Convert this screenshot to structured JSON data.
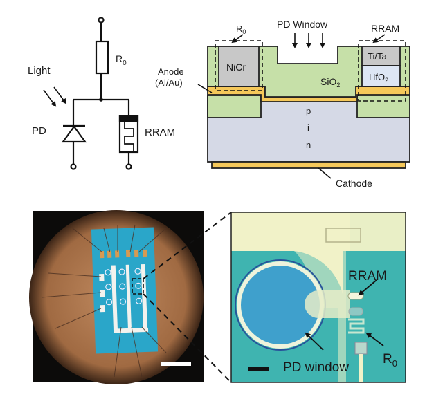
{
  "circuit": {
    "resistor_label": "R",
    "resistor_sub": "0",
    "light_label": "Light",
    "pd_label": "PD",
    "rram_label": "RRAM"
  },
  "cross_section": {
    "anode_label_line1": "Anode",
    "anode_label_line2": "(Al/Au)",
    "r0_label": "R",
    "r0_sub": "0",
    "pd_window_label": "PD Window",
    "rram_label": "RRAM",
    "nicr_label": "NiCr",
    "titana_label": "Ti/Ta",
    "hfo2_label": "HfO",
    "hfo2_sub": "2",
    "sio2_label": "SiO",
    "sio2_sub": "2",
    "p_label": "p",
    "i_label": "i",
    "n_label": "n",
    "cathode_label": "Cathode",
    "colors": {
      "sio2": "#c6e0a8",
      "nicr": "#c8c8c8",
      "titana": "#c8c8c8",
      "hfo2": "#dde6f4",
      "metal": "#f5c85a",
      "substrate": "#d5d9e6"
    }
  },
  "micrograph": {
    "colors": {
      "background": "#0c0b0a",
      "stage": "#b07a52",
      "chip": "#2aa6c9",
      "metal": "#f2f2ee",
      "pads": "#d79a52"
    }
  },
  "zoomed": {
    "rram_label": "RRAM",
    "r0_label": "R",
    "r0_sub": "0",
    "pd_window_label": "PD window",
    "colors": {
      "top_region": "#f1f2c8",
      "teal": "#3fb4b0",
      "pd_window": "#3fa0cc",
      "ring_dark": "#27529a",
      "ring_light": "#eef3dc"
    }
  }
}
